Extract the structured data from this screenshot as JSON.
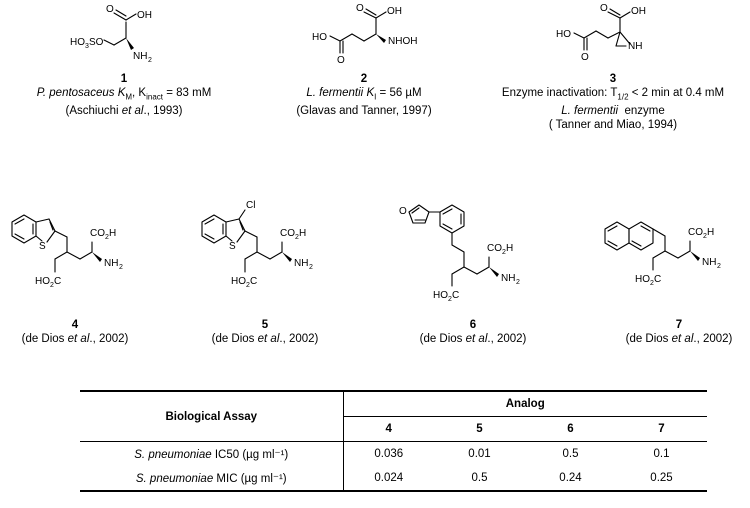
{
  "compounds": [
    {
      "number": "1",
      "species": "P. pentosaceus",
      "kinetics_plain": ", K",
      "kinetics_sub1": "M",
      "kinetics_sub2": "inact",
      "kinetics_value": " = 83 mM",
      "kinetics_lead": "K",
      "citation_author": "(Aschiuchi ",
      "citation_etal": "et al",
      "citation_year": "., 1993)"
    },
    {
      "number": "2",
      "species": "L. fermentii",
      "kinetics_lead": "K",
      "kinetics_sub1": "I",
      "kinetics_value": " = 56 µM",
      "citation": "(Glavas and Tanner, 1997)"
    },
    {
      "number": "3",
      "line1": "Enzyme inactivation: T",
      "line1_sub": "1/2",
      "line1_end": " < 2 min at 0.4 mM",
      "species": "L. fermentii",
      "species_suffix": "  enzyme",
      "citation": "( Tanner and Miao, 1994)"
    },
    {
      "number": "4",
      "citation_author": "(de Dios ",
      "citation_etal": "et al",
      "citation_year": "., 2002)"
    },
    {
      "number": "5",
      "citation_author": "(de Dios ",
      "citation_etal": "et al",
      "citation_year": "., 2002)"
    },
    {
      "number": "6",
      "citation_author": "(de Dios ",
      "citation_etal": "et al",
      "citation_year": "., 2002)"
    },
    {
      "number": "7",
      "citation_author": "(de Dios ",
      "citation_etal": "et al",
      "citation_year": "., 2002)"
    }
  ],
  "structure_labels": {
    "oh": "OH",
    "o": "O",
    "ho": "HO",
    "hooc_so3": "HO —SO",
    "so3_label": "HO SO",
    "nh2": "NH",
    "two": "2",
    "three": "3",
    "nhoh": "NHOH",
    "nh": "NH",
    "s": "S",
    "cl": "Cl",
    "co2h": "CO",
    "h": "H"
  },
  "table": {
    "row_header": "Biological Assay",
    "group_header": "Analog",
    "columns": [
      "4",
      "5",
      "6",
      "7"
    ],
    "rows": [
      {
        "organism": "S. pneumoniae",
        "metric": " IC50 (µg ml⁻¹)",
        "values": [
          "0.036",
          "0.01",
          "0.5",
          "0.1"
        ]
      },
      {
        "organism": "S. pneumoniae",
        "metric": " MIC (µg ml⁻¹)",
        "values": [
          "0.024",
          "0.5",
          "0.24",
          "0.25"
        ]
      }
    ]
  }
}
